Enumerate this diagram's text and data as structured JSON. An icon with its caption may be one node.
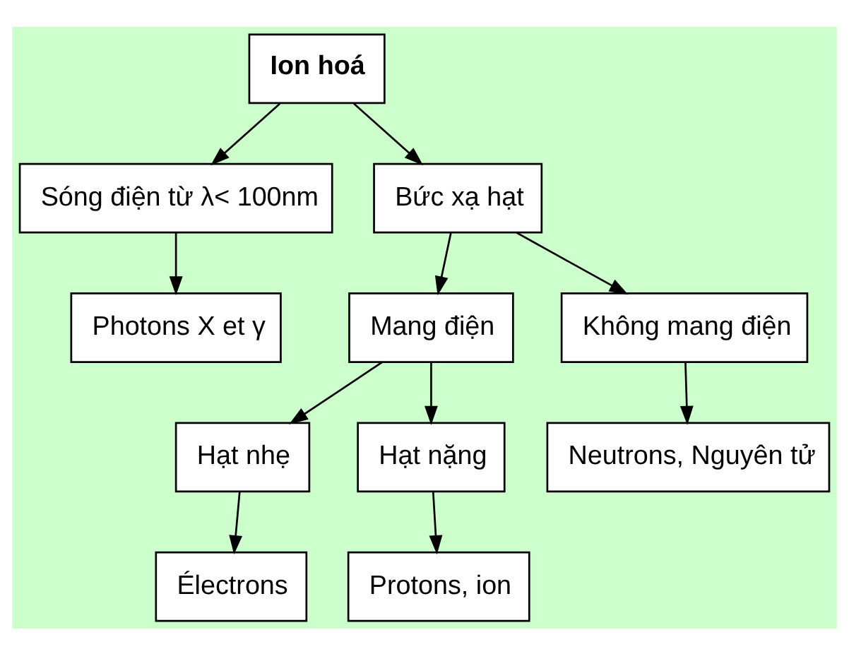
{
  "diagram": {
    "nodes": [
      {
        "text": [
          "Ion hoá"
        ]
      },
      {
        "text": [
          "Sóng điện từ λ< 100nm"
        ]
      },
      {
        "text": [
          "Bức xạ hạt"
        ]
      },
      {
        "text": [
          "Photons X et γ"
        ]
      },
      {
        "text": [
          "Mang điện"
        ]
      },
      {
        "text": [
          "Không mang điện"
        ]
      },
      {
        "text": [
          "Hạt nhẹ"
        ]
      },
      {
        "text": [
          "Hạt nặng"
        ]
      },
      {
        "text": [
          "Neutrons, Nguyên tử"
        ]
      },
      {
        "text": [
          "Électrons"
        ]
      },
      {
        "text": [
          "Protons, ion"
        ]
      }
    ],
    "edges": [
      {
        "from": 0,
        "to": 1,
        "arrow": "to"
      },
      {
        "from": 0,
        "to": 2,
        "arrow": "to"
      },
      {
        "from": 1,
        "to": 3,
        "arrow": "to"
      },
      {
        "from": 2,
        "to": 4,
        "arrow": "to"
      },
      {
        "from": 2,
        "to": 5,
        "arrow": "to"
      },
      {
        "from": 4,
        "to": 6,
        "arrow": "to"
      },
      {
        "from": 4,
        "to": 7,
        "arrow": "to"
      },
      {
        "from": 5,
        "to": 8,
        "arrow": "to"
      },
      {
        "from": 6,
        "to": 9,
        "arrow": "to"
      },
      {
        "from": 7,
        "to": 10,
        "arrow": "to"
      }
    ]
  }
}
